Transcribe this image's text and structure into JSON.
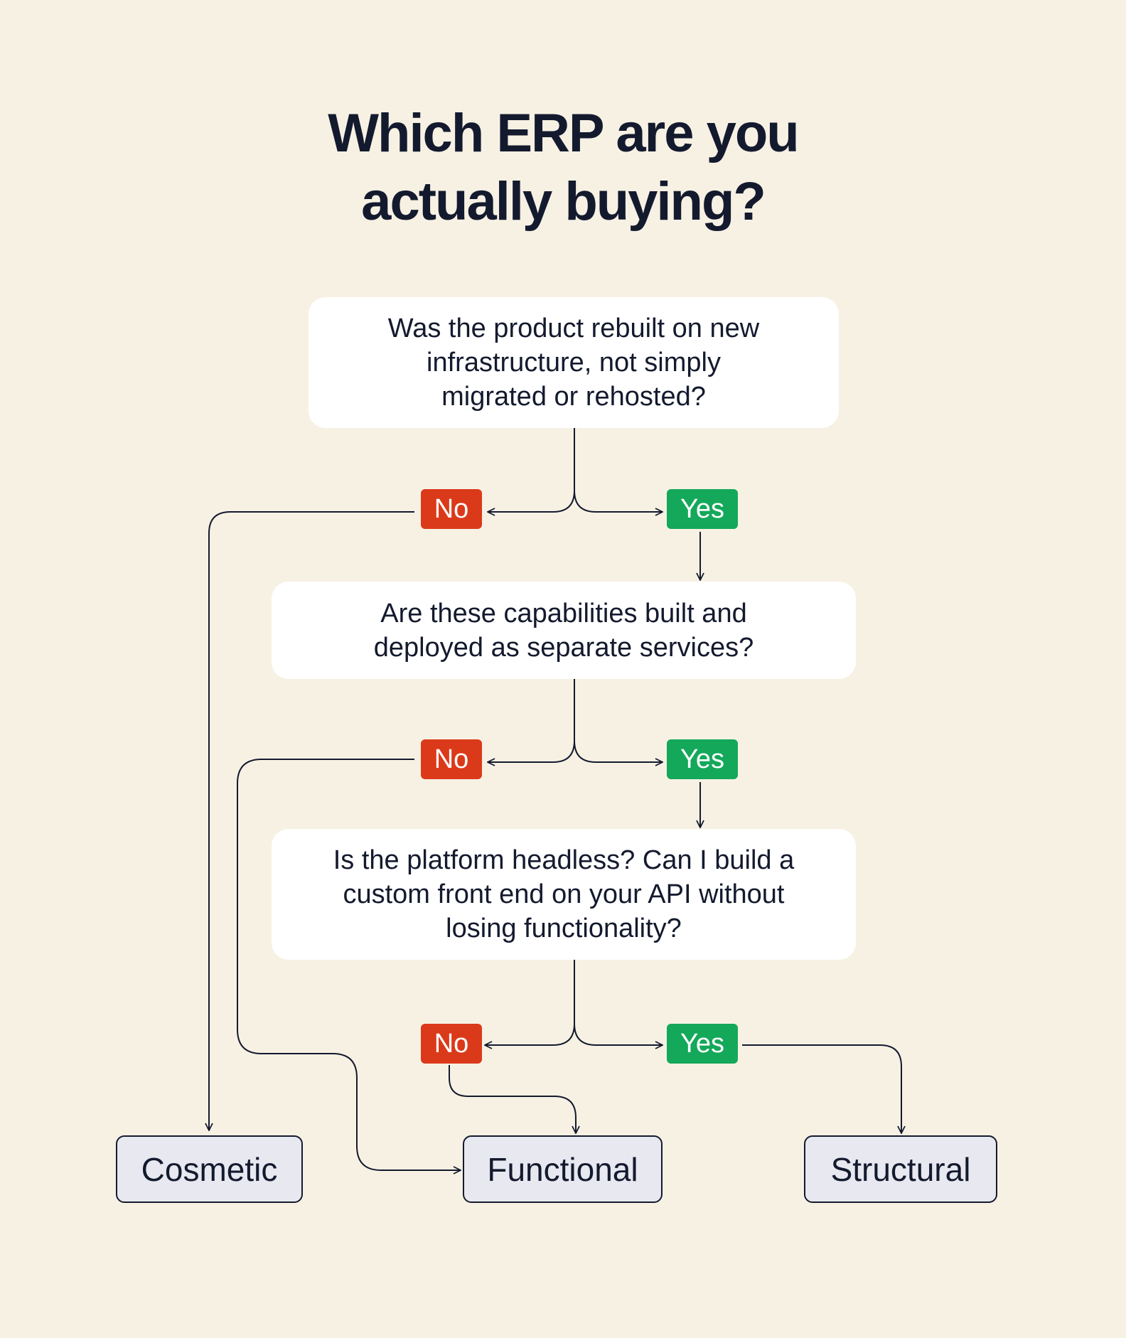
{
  "title": {
    "line1": "Which ERP are you",
    "line2": "actually buying?"
  },
  "questions": [
    {
      "lines": [
        "Was the product rebuilt on new",
        "infrastructure, not simply",
        "migrated or rehosted?"
      ]
    },
    {
      "lines": [
        "Are these capabilities built and",
        "deployed as separate services?"
      ]
    },
    {
      "lines": [
        "Is the platform headless? Can I build a",
        "custom front end on your API without",
        "losing functionality?"
      ]
    }
  ],
  "answers": {
    "no": "No",
    "yes": "Yes"
  },
  "outcomes": [
    "Cosmetic",
    "Functional",
    "Structural"
  ],
  "colors": {
    "background": "#f7f1e4",
    "text": "#141a2e",
    "no": "#db3a1a",
    "yes": "#14a85a",
    "outcome_fill": "#e7e8f0"
  }
}
